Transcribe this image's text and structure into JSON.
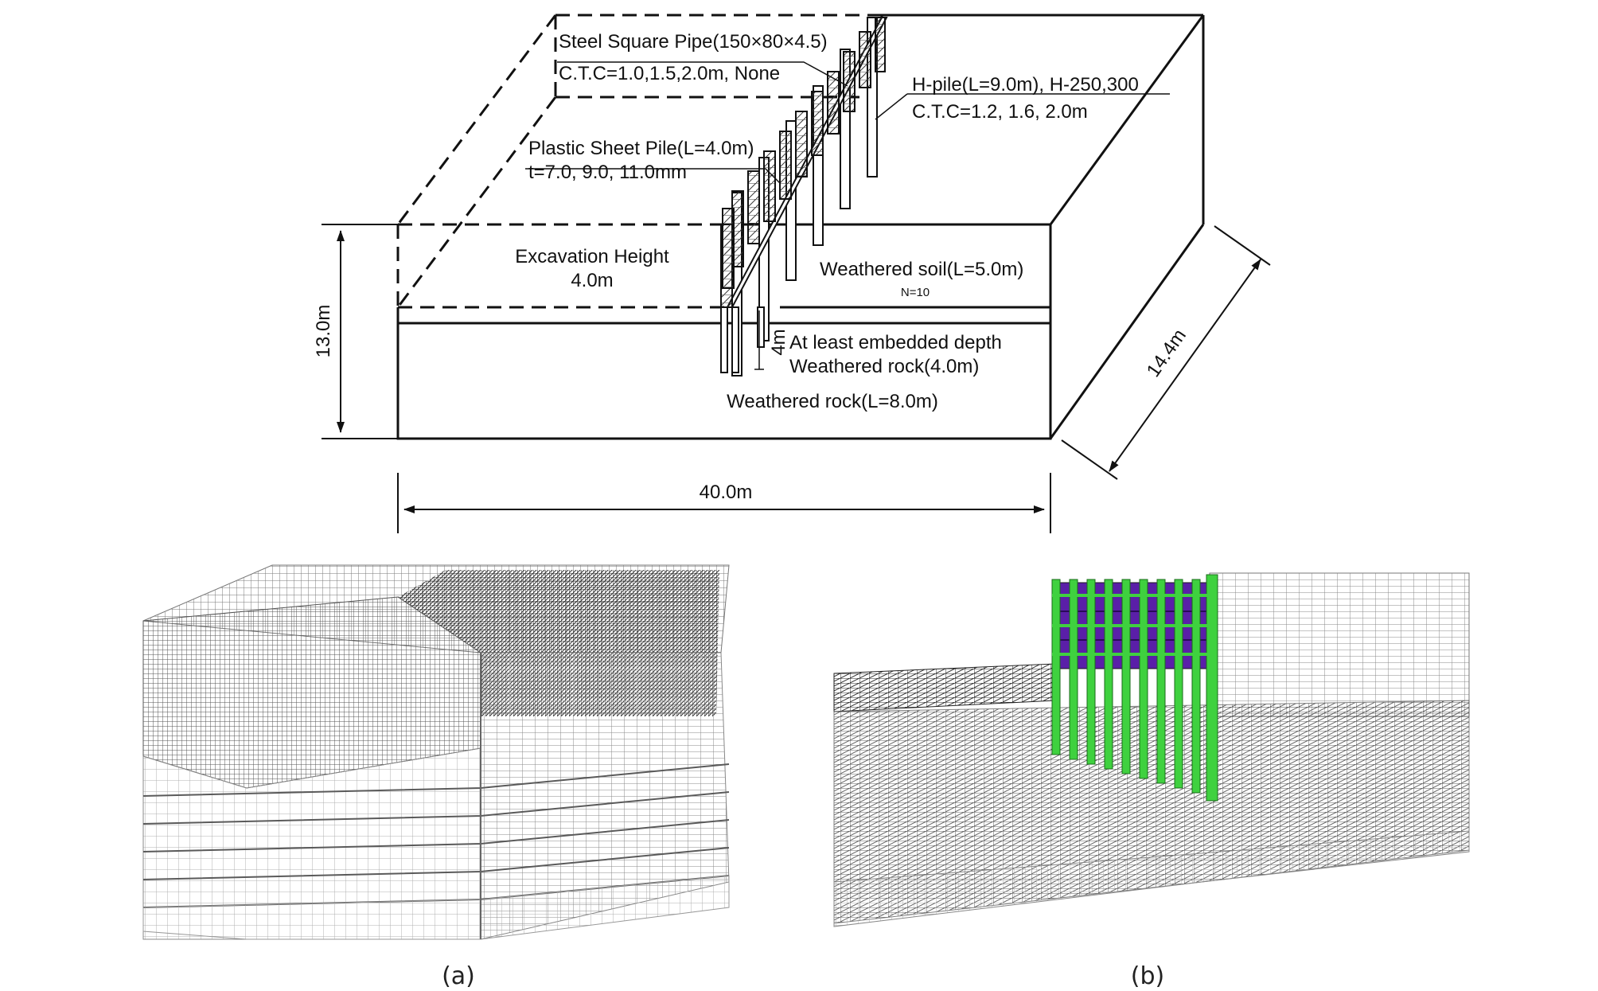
{
  "schematic": {
    "pipe_title": "Steel Square Pipe(150×80×4.5)",
    "pipe_ctc": "C.T.C=1.0,1.5,2.0m, None",
    "hpile_title": "H-pile(L=9.0m), H-250,300",
    "hpile_ctc": "C.T.C=1.2, 1.6, 2.0m",
    "sheet_title": "Plastic Sheet Pile(L=4.0m)",
    "sheet_t": "t=7.0, 9.0, 11.0mm",
    "excavation_title": "Excavation Height",
    "excavation_value": "4.0m",
    "soil_label": "Weathered soil(L=5.0m)",
    "soil_n": "N=10",
    "embed_label": "At least embedded depth",
    "embed_rock": "Weathered rock(4.0m)",
    "embed_dim": "4m",
    "rock_label": "Weathered rock(L=8.0m)",
    "dim_height": "13.0m",
    "dim_width": "40.0m",
    "dim_depth": "14.4m"
  },
  "panels": {
    "a_caption": "(a)",
    "b_caption": "(b)"
  },
  "colors": {
    "line": "#111111",
    "mesh": "#6a6a6a",
    "mesh_dark": "#1a1a1a",
    "pile_green": "#3fd13f",
    "sheet_purple": "#5a1fa8"
  }
}
